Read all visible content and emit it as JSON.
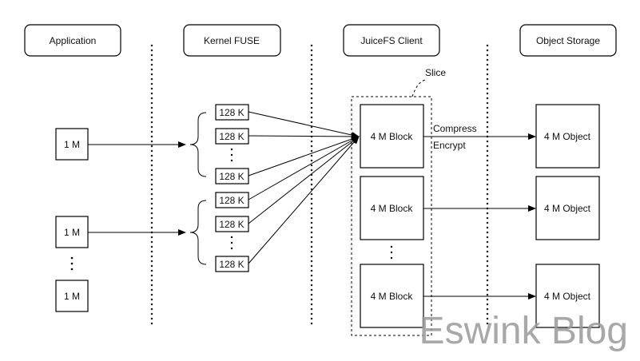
{
  "headers": {
    "application": "Application",
    "kernel_fuse": "Kernel FUSE",
    "juicefs_client": "JuiceFS Client",
    "object_storage": "Object Storage"
  },
  "app_files": [
    "1 M",
    "1 M",
    "1 M"
  ],
  "fuse_chunks": [
    "128 K",
    "128 K",
    "128 K",
    "128 K",
    "128 K",
    "128 K"
  ],
  "slice_label": "Slice",
  "blocks": [
    "4 M Block",
    "4 M Block",
    "4 M Block"
  ],
  "process_labels": {
    "compress": "Compress",
    "encrypt": "Encrypt"
  },
  "objects": [
    "4 M Object",
    "4 M Object",
    "4 M Object"
  ],
  "watermark": "Eswink Blog"
}
